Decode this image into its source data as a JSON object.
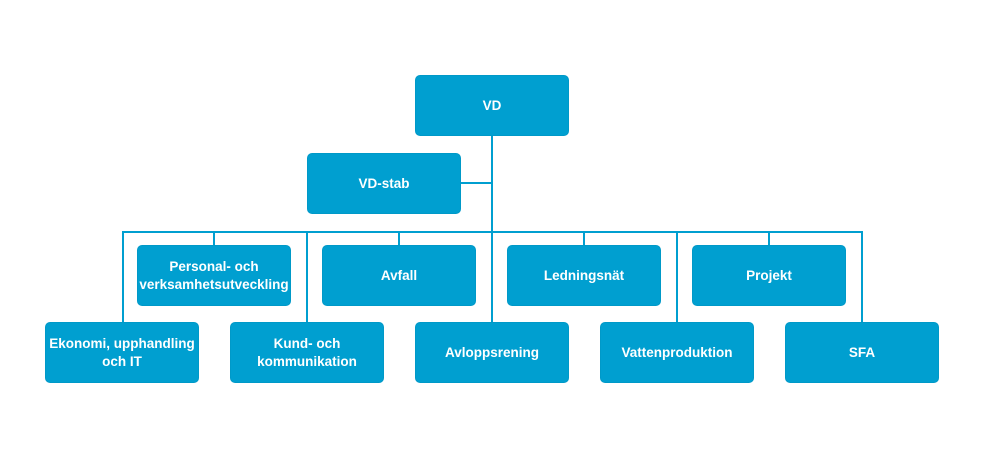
{
  "org_chart": {
    "root": {
      "label": "VD"
    },
    "staff": {
      "label": "VD-stab"
    },
    "upper_row": [
      {
        "label": "Personal- och\nverksamhetsutveckling"
      },
      {
        "label": "Avfall"
      },
      {
        "label": "Ledningsnät"
      },
      {
        "label": "Projekt"
      }
    ],
    "lower_row": [
      {
        "label": "Ekonomi, upphandling\noch IT"
      },
      {
        "label": "Kund- och\nkommunikation"
      },
      {
        "label": "Avloppsrening"
      },
      {
        "label": "Vattenproduktion"
      },
      {
        "label": "SFA"
      }
    ]
  },
  "colors": {
    "box_fill": "#009fd0",
    "connector": "#009fd0",
    "text": "#ffffff"
  }
}
